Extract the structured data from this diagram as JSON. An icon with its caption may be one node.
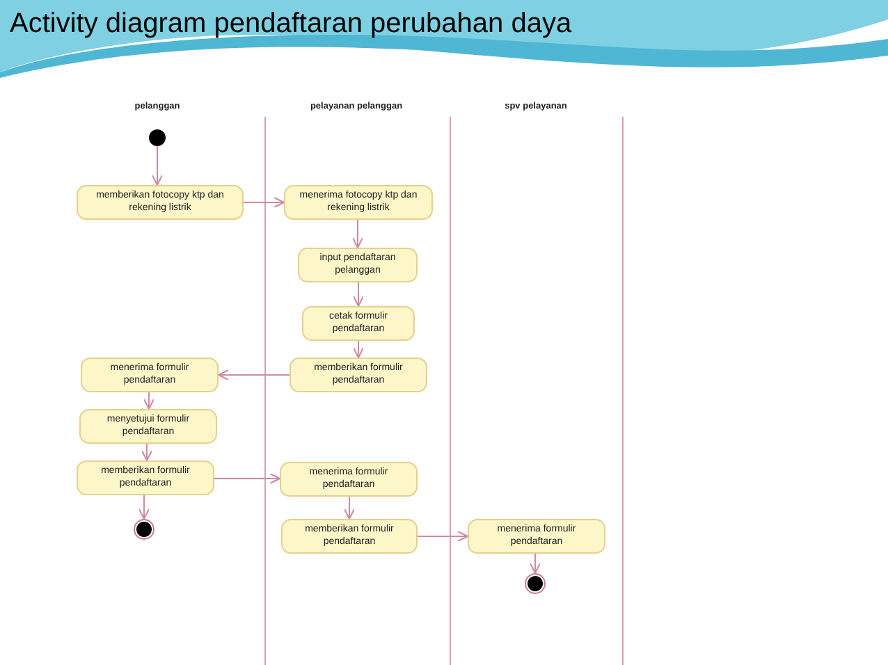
{
  "diagram": {
    "title": "Activity diagram pendaftaran perubahan daya",
    "nodes": [
      {
        "text": [],
        "shape": "circle"
      },
      {
        "text": [
          "memberikan fotocopy ktp dan rekening listrik"
        ]
      },
      {
        "text": [
          "menerima fotocopy ktp dan rekening listrik"
        ]
      },
      {
        "text": [
          "input pendaftaran pelanggan"
        ]
      },
      {
        "text": [
          "cetak formulir pendaftaran"
        ]
      },
      {
        "text": [
          "memberikan formulir pendaftaran"
        ]
      },
      {
        "text": [
          "menerima formulir pendaftaran"
        ]
      },
      {
        "text": [
          "menyetujui formulir pendaftaran"
        ]
      },
      {
        "text": [
          "memberikan formulir pendaftaran"
        ]
      },
      {
        "text": [],
        "shape": "circle"
      },
      {
        "text": [
          "menerima formulir pendaftaran"
        ]
      },
      {
        "text": [
          "memberikan formulir pendaftaran"
        ]
      },
      {
        "text": [
          "menerima formulir pendaftaran"
        ]
      },
      {
        "text": [],
        "shape": "circle"
      }
    ],
    "edges": [
      {
        "from": 0,
        "to": 1,
        "arrow": "to"
      },
      {
        "from": 1,
        "to": 2,
        "arrow": "to"
      },
      {
        "from": 2,
        "to": 3,
        "arrow": "to"
      },
      {
        "from": 3,
        "to": 4,
        "arrow": "to"
      },
      {
        "from": 4,
        "to": 5,
        "arrow": "to"
      },
      {
        "from": 5,
        "to": 6,
        "arrow": "to"
      },
      {
        "from": 6,
        "to": 7,
        "arrow": "to"
      },
      {
        "from": 7,
        "to": 8,
        "arrow": "to"
      },
      {
        "from": 8,
        "to": 9,
        "arrow": "to"
      },
      {
        "from": 8,
        "to": 10,
        "arrow": "to"
      },
      {
        "from": 10,
        "to": 11,
        "arrow": "to"
      },
      {
        "from": 11,
        "to": 12,
        "arrow": "to"
      },
      {
        "from": 12,
        "to": 13,
        "arrow": "to"
      }
    ],
    "labels": [
      "pelanggan",
      "pelayanan pelanggan",
      "spv pelayanan"
    ]
  }
}
